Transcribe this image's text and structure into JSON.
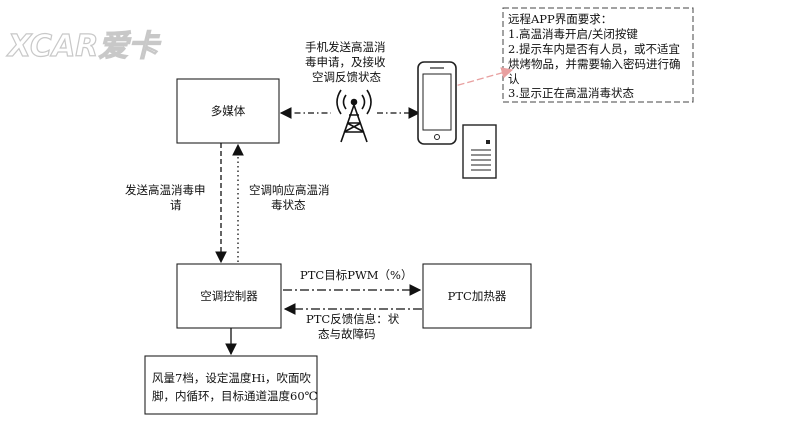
{
  "watermark": {
    "brand": "XCAR爱卡"
  },
  "nodes": {
    "multimedia": "多媒体",
    "ac_controller": "空调控制器",
    "ptc_heater": "PTC加热器",
    "settings": [
      "风量7档，设定温度Hi，吹面吹",
      "脚，内循环，目标通道温度60℃"
    ]
  },
  "labels": {
    "phone_link": [
      "手机发送高温消",
      "毒申请，及接收",
      "空调反馈状态"
    ],
    "send_request": [
      "发送高温消毒申",
      "请"
    ],
    "ac_response": [
      "空调响应高温消",
      "毒状态"
    ],
    "ptc_target": "PTC目标PWM（%）",
    "ptc_feedback": [
      "PTC反馈信息：状",
      "态与故障码"
    ]
  },
  "requirements": {
    "title": "远程APP界面要求：",
    "lines": [
      "1.高温消毒开启/关闭按键",
      "2.提示车内是否有人员，或不适宜",
      "烘烤物品，并需要输入密码进行确",
      "认",
      "3.显示正在高温消毒状态"
    ]
  },
  "icons": {
    "tower": "cell-tower-icon",
    "phone": "smartphone-icon",
    "server": "server-icon"
  },
  "colors": {
    "line": "#222222",
    "dashed_pointer": "#e8a0a0"
  }
}
